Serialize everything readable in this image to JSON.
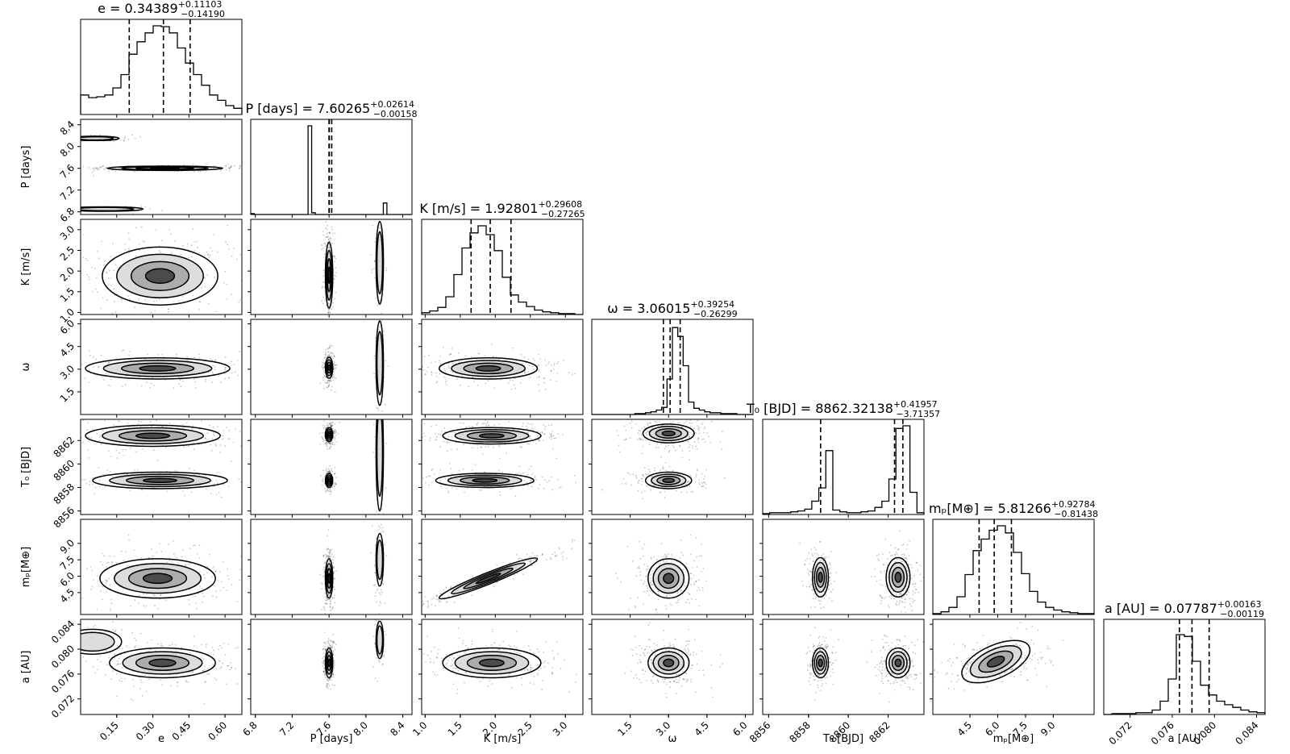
{
  "chart_data": {
    "type": "corner",
    "parameters": [
      {
        "key": "e",
        "axis_label": "e",
        "title_label": "e",
        "median": "0.34389",
        "plus": "+0.11103",
        "minus": "−0.14190",
        "range": [
          0.0,
          0.67
        ],
        "quantiles": [
          0.202,
          0.344,
          0.455
        ],
        "ticks": [
          "0.15",
          "0.30",
          "0.45",
          "0.60"
        ],
        "tick_values": [
          0.15,
          0.3,
          0.45,
          0.6
        ],
        "hist": [
          0.22,
          0.19,
          0.2,
          0.22,
          0.3,
          0.45,
          0.68,
          0.82,
          0.92,
          1.0,
          0.99,
          0.92,
          0.75,
          0.58,
          0.45,
          0.33,
          0.22,
          0.16,
          0.1,
          0.07
        ]
      },
      {
        "key": "P",
        "axis_label": "P [days]",
        "title_label": "P [days]",
        "median": "7.60265",
        "plus": "+0.02614",
        "minus": "−0.00158",
        "range": [
          6.75,
          8.5
        ],
        "quantiles": [
          7.5995,
          7.6027,
          7.6288
        ],
        "ticks": [
          "6.8",
          "7.2",
          "7.6",
          "8.0",
          "8.4"
        ],
        "tick_values": [
          6.8,
          7.2,
          7.6,
          8.0,
          8.4
        ],
        "hist": [
          0.01,
          0.0,
          0.0,
          0.0,
          0.0,
          0.0,
          0.0,
          0.0,
          0.0,
          0.0,
          0.0,
          0.0,
          0.0,
          0.0,
          0.0,
          0.0,
          1.0,
          0.02,
          0.0,
          0.0,
          0.0,
          0.0,
          0.0,
          0.0,
          0.0,
          0.0,
          0.0,
          0.0,
          0.0,
          0.0,
          0.0,
          0.0,
          0.0,
          0.0,
          0.0,
          0.0,
          0.0,
          0.13,
          0.0,
          0.0,
          0.0,
          0.0,
          0.0,
          0.0,
          0.0
        ]
      },
      {
        "key": "K",
        "axis_label": "K [m/s]",
        "title_label": "K [m/s]",
        "median": "1.92801",
        "plus": "+0.29608",
        "minus": "−0.27265",
        "range": [
          0.95,
          3.25
        ],
        "quantiles": [
          1.655,
          1.928,
          2.224
        ],
        "ticks": [
          "1.0",
          "1.5",
          "2.0",
          "2.5",
          "3.0"
        ],
        "tick_values": [
          1.0,
          1.5,
          2.0,
          2.5,
          3.0
        ],
        "hist": [
          0.02,
          0.04,
          0.08,
          0.2,
          0.45,
          0.75,
          0.92,
          1.0,
          0.9,
          0.72,
          0.42,
          0.22,
          0.14,
          0.09,
          0.05,
          0.03,
          0.02,
          0.01,
          0.01,
          0.0
        ]
      },
      {
        "key": "w",
        "axis_label": "ω",
        "title_label": "ω",
        "median": "3.06015",
        "plus": "+0.39254",
        "minus": "−0.26299",
        "range": [
          0.0,
          6.3
        ],
        "quantiles": [
          2.797,
          3.06,
          3.453
        ],
        "ticks": [
          "1.5",
          "3.0",
          "4.5",
          "6.0"
        ],
        "tick_values": [
          1.5,
          3.0,
          4.5,
          6.0
        ],
        "hist": [
          0.0,
          0.0,
          0.0,
          0.0,
          0.0,
          0.0,
          0.0,
          0.0,
          0.01,
          0.01,
          0.02,
          0.03,
          0.05,
          0.08,
          0.4,
          0.98,
          0.88,
          0.55,
          0.14,
          0.07,
          0.05,
          0.03,
          0.02,
          0.02,
          0.01,
          0.01,
          0.01,
          0.0,
          0.0,
          0.0
        ]
      },
      {
        "key": "T0",
        "axis_label": "T₀ [BJD]",
        "title_label": "T₀ [BJD]",
        "median": "8862.32138",
        "plus": "+0.41957",
        "minus": "−3.71357",
        "range": [
          8855.7,
          8863.8
        ],
        "quantiles": [
          8858.608,
          8862.321,
          8862.741
        ],
        "ticks": [
          "8856",
          "8858",
          "8860",
          "8862"
        ],
        "tick_values": [
          8856,
          8858,
          8860,
          8862
        ],
        "hist": [
          0.01,
          0.02,
          0.02,
          0.02,
          0.03,
          0.04,
          0.06,
          0.15,
          0.3,
          0.72,
          0.05,
          0.03,
          0.02,
          0.02,
          0.03,
          0.04,
          0.08,
          0.15,
          0.4,
          0.97,
          1.0,
          0.25,
          0.02
        ]
      },
      {
        "key": "mp",
        "axis_label": "mₚ[M⊕]",
        "title_label": "mₚ[M⊕]",
        "median": "5.81266",
        "plus": "+0.92784",
        "minus": "−0.81438",
        "range": [
          2.5,
          11.2
        ],
        "quantiles": [
          4.998,
          5.813,
          6.74
        ],
        "ticks": [
          "4.5",
          "6.0",
          "7.5",
          "9.0"
        ],
        "tick_values": [
          4.5,
          6.0,
          7.5,
          9.0
        ],
        "hist": [
          0.01,
          0.03,
          0.08,
          0.2,
          0.45,
          0.72,
          0.85,
          0.95,
          1.0,
          0.92,
          0.7,
          0.46,
          0.26,
          0.14,
          0.08,
          0.05,
          0.03,
          0.02,
          0.01,
          0.01
        ]
      },
      {
        "key": "a",
        "axis_label": "a [AU]",
        "title_label": "a [AU]",
        "median": "0.07787",
        "plus": "+0.00163",
        "minus": "−0.00119",
        "range": [
          0.0695,
          0.0848
        ],
        "quantiles": [
          0.07668,
          0.07787,
          0.0795
        ],
        "ticks": [
          "0.072",
          "0.076",
          "0.080",
          "0.084"
        ],
        "tick_values": [
          0.072,
          0.076,
          0.08,
          0.084
        ],
        "hist": [
          0.0,
          0.01,
          0.01,
          0.01,
          0.02,
          0.02,
          0.05,
          0.15,
          0.4,
          0.9,
          0.88,
          0.6,
          0.33,
          0.22,
          0.15,
          0.11,
          0.08,
          0.05,
          0.03,
          0.02
        ]
      }
    ],
    "posterior_blobs": [
      {
        "x": "e",
        "y": "P",
        "modes": [
          [
            0.35,
            7.6,
            0.12,
            0.02,
            1.0
          ],
          [
            0.06,
            8.15,
            0.05,
            0.02,
            0.4
          ],
          [
            0.1,
            6.85,
            0.08,
            0.02,
            0.08
          ]
        ]
      },
      {
        "x": "e",
        "y": "K",
        "modes": [
          [
            0.33,
            1.88,
            0.12,
            0.35,
            1.0
          ]
        ]
      },
      {
        "x": "e",
        "y": "w",
        "modes": [
          [
            0.32,
            3.05,
            0.15,
            0.35,
            1.0
          ]
        ]
      },
      {
        "x": "e",
        "y": "T0",
        "modes": [
          [
            0.3,
            8862.4,
            0.14,
            0.45,
            1.0
          ],
          [
            0.33,
            8858.6,
            0.14,
            0.35,
            0.6
          ]
        ]
      },
      {
        "x": "e",
        "y": "mp",
        "modes": [
          [
            0.32,
            5.8,
            0.12,
            0.9,
            1.0
          ]
        ]
      },
      {
        "x": "e",
        "y": "a",
        "modes": [
          [
            0.34,
            0.0778,
            0.11,
            0.0012,
            1.0
          ],
          [
            0.05,
            0.0812,
            0.06,
            0.001,
            0.3
          ]
        ]
      },
      {
        "x": "P",
        "y": "K",
        "modes": [
          [
            7.6,
            1.9,
            0.02,
            0.4,
            1.0
          ],
          [
            8.15,
            2.2,
            0.02,
            0.5,
            0.4
          ]
        ]
      },
      {
        "x": "P",
        "y": "w",
        "modes": [
          [
            7.6,
            3.1,
            0.02,
            0.35,
            1.0
          ],
          [
            8.15,
            3.4,
            0.02,
            1.4,
            0.4
          ]
        ]
      },
      {
        "x": "P",
        "y": "T0",
        "modes": [
          [
            7.6,
            8862.5,
            0.02,
            0.3,
            1.0
          ],
          [
            7.6,
            8858.6,
            0.02,
            0.3,
            0.7
          ],
          [
            8.15,
            8861.0,
            0.02,
            2.5,
            0.4
          ]
        ]
      },
      {
        "x": "P",
        "y": "mp",
        "modes": [
          [
            7.6,
            5.8,
            0.02,
            0.9,
            1.0
          ],
          [
            8.15,
            7.5,
            0.02,
            1.2,
            0.4
          ]
        ]
      },
      {
        "x": "P",
        "y": "a",
        "modes": [
          [
            7.6,
            0.0778,
            0.02,
            0.0012,
            1.0
          ],
          [
            8.15,
            0.0815,
            0.02,
            0.0015,
            0.4
          ]
        ]
      },
      {
        "x": "K",
        "y": "w",
        "modes": [
          [
            1.9,
            3.05,
            0.35,
            0.35,
            1.0
          ]
        ]
      },
      {
        "x": "K",
        "y": "T0",
        "modes": [
          [
            1.95,
            8862.4,
            0.35,
            0.35,
            1.0
          ],
          [
            1.85,
            8858.6,
            0.35,
            0.3,
            0.7
          ]
        ]
      },
      {
        "x": "K",
        "y": "mp",
        "modes": [
          [
            1.9,
            5.8,
            0.35,
            0.9,
            1.0,
            0.97
          ]
        ]
      },
      {
        "x": "K",
        "y": "a",
        "modes": [
          [
            1.95,
            0.0778,
            0.35,
            0.0012,
            1.0
          ]
        ]
      },
      {
        "x": "w",
        "y": "T0",
        "modes": [
          [
            3.0,
            8862.6,
            0.5,
            0.4,
            1.0
          ],
          [
            3.0,
            8858.6,
            0.45,
            0.35,
            0.7
          ]
        ]
      },
      {
        "x": "w",
        "y": "mp",
        "modes": [
          [
            3.0,
            5.8,
            0.4,
            0.9,
            1.0
          ]
        ]
      },
      {
        "x": "w",
        "y": "a",
        "modes": [
          [
            3.0,
            0.0778,
            0.4,
            0.0012,
            1.0
          ]
        ]
      },
      {
        "x": "T0",
        "y": "mp",
        "modes": [
          [
            8858.6,
            5.9,
            0.2,
            0.9,
            0.8
          ],
          [
            8862.5,
            5.9,
            0.3,
            0.9,
            1.0
          ]
        ]
      },
      {
        "x": "T0",
        "y": "a",
        "modes": [
          [
            8858.6,
            0.0778,
            0.2,
            0.0012,
            0.8
          ],
          [
            8862.5,
            0.0778,
            0.3,
            0.0012,
            1.0
          ]
        ]
      },
      {
        "x": "mp",
        "y": "a",
        "modes": [
          [
            5.9,
            0.078,
            0.9,
            0.0012,
            1.0,
            0.4
          ]
        ]
      }
    ]
  }
}
